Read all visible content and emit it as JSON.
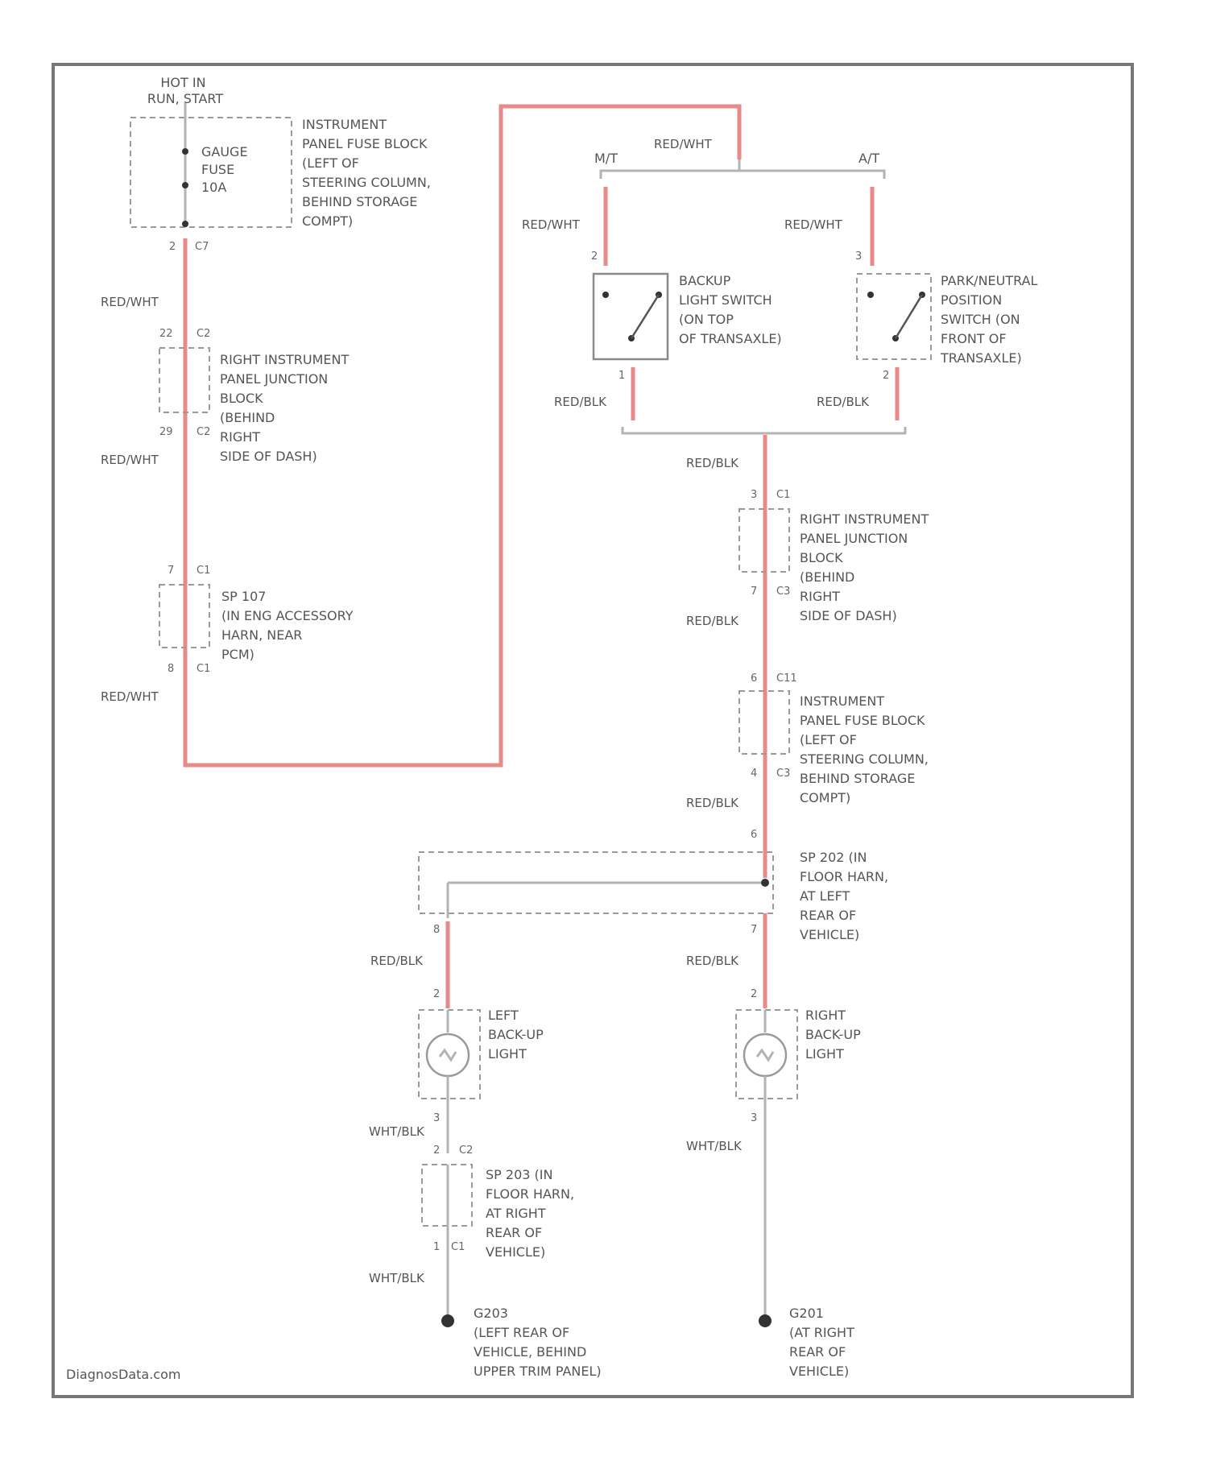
{
  "hot_label": [
    "HOT IN",
    "RUN, START"
  ],
  "fuse": {
    "name": [
      "GAUGE",
      "FUSE",
      "10A"
    ],
    "location": [
      "INSTRUMENT",
      "PANEL FUSE BLOCK",
      "(LEFT OF",
      "STEERING COLUMN,",
      "BEHIND STORAGE",
      "COMPT)"
    ],
    "pin_out": "2",
    "conn_out": "C7"
  },
  "left_branch": {
    "wire1": "RED/WHT",
    "junction": {
      "pin_in": "22",
      "conn_in": "C2",
      "location": [
        "RIGHT INSTRUMENT",
        "PANEL JUNCTION",
        "BLOCK",
        "(BEHIND",
        "RIGHT",
        "SIDE OF DASH)"
      ],
      "pin_out": "29",
      "conn_out": "C2"
    },
    "wire2": "RED/WHT",
    "splice": {
      "pin_in": "7",
      "conn_in": "C1",
      "location": [
        "SP 107",
        "(IN ENG ACCESSORY",
        "HARN, NEAR",
        "PCM)"
      ],
      "pin_out": "8",
      "conn_out": "C1"
    },
    "wire3": "RED/WHT"
  },
  "top_wire": "RED/WHT",
  "mt_label": "M/T",
  "at_label": "A/T",
  "backup_switch": {
    "wire_in": "RED/WHT",
    "pin_in": "2",
    "location": [
      "BACKUP",
      "LIGHT SWITCH",
      "(ON TOP",
      "OF TRANSAXLE)"
    ],
    "pin_out": "1",
    "wire_out": "RED/BLK"
  },
  "pn_switch": {
    "wire_in": "RED/WHT",
    "pin_in": "3",
    "location": [
      "PARK/NEUTRAL",
      "POSITION",
      "SWITCH (ON",
      "FRONT OF",
      "TRANSAXLE)"
    ],
    "pin_out": "2",
    "wire_out": "RED/BLK"
  },
  "main_wire1": "RED/BLK",
  "right_junction": {
    "pin_in": "3",
    "conn_in": "C1",
    "location": [
      "RIGHT INSTRUMENT",
      "PANEL JUNCTION",
      "BLOCK",
      "(BEHIND",
      "RIGHT",
      "SIDE OF DASH)"
    ],
    "pin_out": "7",
    "conn_out": "C3"
  },
  "main_wire2": "RED/BLK",
  "fuse_block2": {
    "pin_in": "6",
    "conn_in": "C11",
    "location": [
      "INSTRUMENT",
      "PANEL FUSE BLOCK",
      "(LEFT OF",
      "STEERING COLUMN,",
      "BEHIND STORAGE",
      "COMPT)"
    ],
    "pin_out": "4",
    "conn_out": "C3"
  },
  "main_wire3": "RED/BLK",
  "splice2": {
    "pin_in": "6",
    "location": [
      "SP 202 (IN",
      "FLOOR HARN,",
      "AT LEFT",
      "REAR OF",
      "VEHICLE)"
    ],
    "pin_left": "8",
    "pin_right": "7"
  },
  "left_light": {
    "wire_in": "RED/BLK",
    "pin_in": "2",
    "location": [
      "LEFT",
      "BACK-UP",
      "LIGHT"
    ],
    "pin_out": "3",
    "wire_out": "WHT/BLK"
  },
  "right_light": {
    "wire_in": "RED/BLK",
    "pin_in": "2",
    "location": [
      "RIGHT",
      "BACK-UP",
      "LIGHT"
    ],
    "pin_out": "3",
    "wire_out": "WHT/BLK"
  },
  "splice3": {
    "pin_in": "2",
    "conn_in": "C2",
    "location": [
      "SP 203 (IN",
      "FLOOR HARN,",
      "AT RIGHT",
      "REAR OF",
      "VEHICLE)"
    ],
    "pin_out": "1",
    "conn_out": "C1"
  },
  "left_ground_wire": "WHT/BLK",
  "left_ground": {
    "id": "G203",
    "location": [
      "(LEFT REAR OF",
      "VEHICLE, BEHIND",
      "UPPER TRIM PANEL)"
    ]
  },
  "right_ground": {
    "id": "G201",
    "location": [
      "(AT RIGHT",
      "REAR OF",
      "VEHICLE)"
    ]
  },
  "watermark": "DiagnosData.com",
  "colors": {
    "red_wire": "#e98a8a",
    "gray_wire": "#b3b3b3",
    "border": "#777777"
  }
}
